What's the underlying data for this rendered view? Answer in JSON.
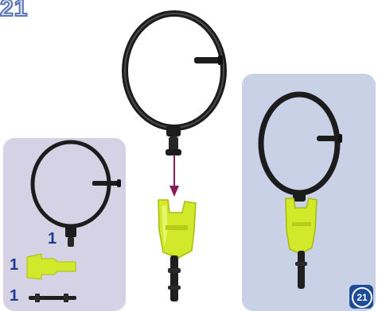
{
  "header": {
    "step_number": "21"
  },
  "parts_list": {
    "ring_qty": "1",
    "connector_qty": "1",
    "rod_qty": "1"
  },
  "footer": {
    "badge": "21"
  },
  "colors": {
    "ring": "#1c1c1c",
    "connector": "#d2e82a",
    "arrow": "#8b1c5a",
    "parts_panel": "#d5d2e5",
    "result_panel": "#c9d1e6",
    "label_blue": "#1d3b8f"
  },
  "icons": [
    "ring-icon",
    "yellow-connector-icon",
    "black-rod-icon",
    "down-arrow-icon"
  ]
}
